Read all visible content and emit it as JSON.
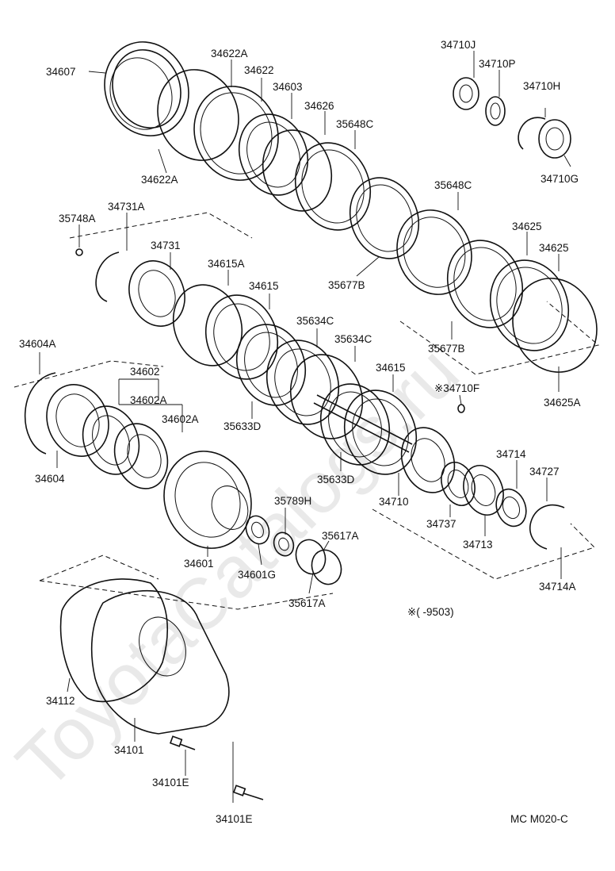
{
  "watermark": "ToyotaCatalogs.ru",
  "labels": {
    "l34607": "34607",
    "l34622A_top": "34622A",
    "l34622": "34622",
    "l34603": "34603",
    "l34626": "34626",
    "l35648C_1": "35648C",
    "l34622A_bot": "34622A",
    "l34710J": "34710J",
    "l34710P": "34710P",
    "l34710H": "34710H",
    "l34710G": "34710G",
    "l34731A": "34731A",
    "l35748A": "35748A",
    "l34731": "34731",
    "l34615A": "34615A",
    "l34615_1": "34615",
    "l35677B_1": "35677B",
    "l35648C_2": "35648C",
    "l34625_1": "34625",
    "l34625_2": "34625",
    "l35677B_2": "35677B",
    "l34625A": "34625A",
    "l34604A": "34604A",
    "l34602": "34602",
    "l34602A_1": "34602A",
    "l34602A_2": "34602A",
    "l34604": "34604",
    "l35634C_1": "35634C",
    "l35634C_2": "35634C",
    "l34615_2": "34615",
    "l34710F": "※34710F",
    "l35633D_1": "35633D",
    "l35633D_2": "35633D",
    "l34710": "34710",
    "l34714": "34714",
    "l34727": "34727",
    "l34737": "34737",
    "l34713": "34713",
    "l34714A": "34714A",
    "l35789H": "35789H",
    "l35617A_1": "35617A",
    "l34601": "34601",
    "l34601G": "34601G",
    "l35617A_2": "35617A",
    "l34112": "34112",
    "l34101": "34101",
    "l34101E_1": "34101E",
    "l34101E_2": "34101E",
    "note": "※(        -9503)",
    "diagram_code": "MC M020-C"
  }
}
